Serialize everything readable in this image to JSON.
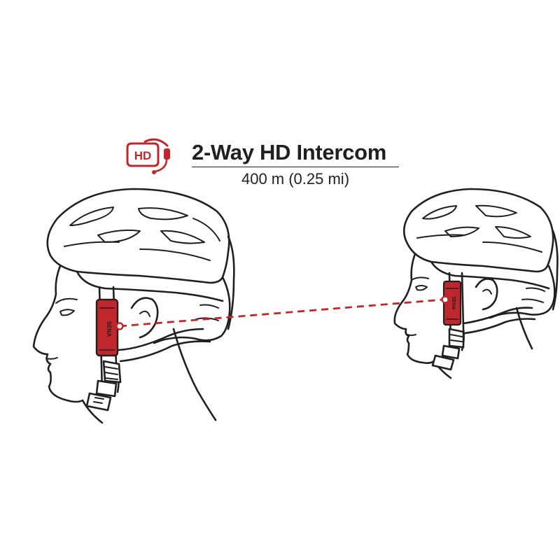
{
  "header": {
    "icon": "hd-intercom-headset-icon",
    "title": "2-Way HD Intercom",
    "range": "400 m (0.25 mi)",
    "icon_label": "HD"
  },
  "device": {
    "brand_label": "SENA"
  },
  "colors": {
    "accent": "#c0272d",
    "device_fill": "#c0272d",
    "line": "#231f20",
    "link": "#c0272d"
  }
}
